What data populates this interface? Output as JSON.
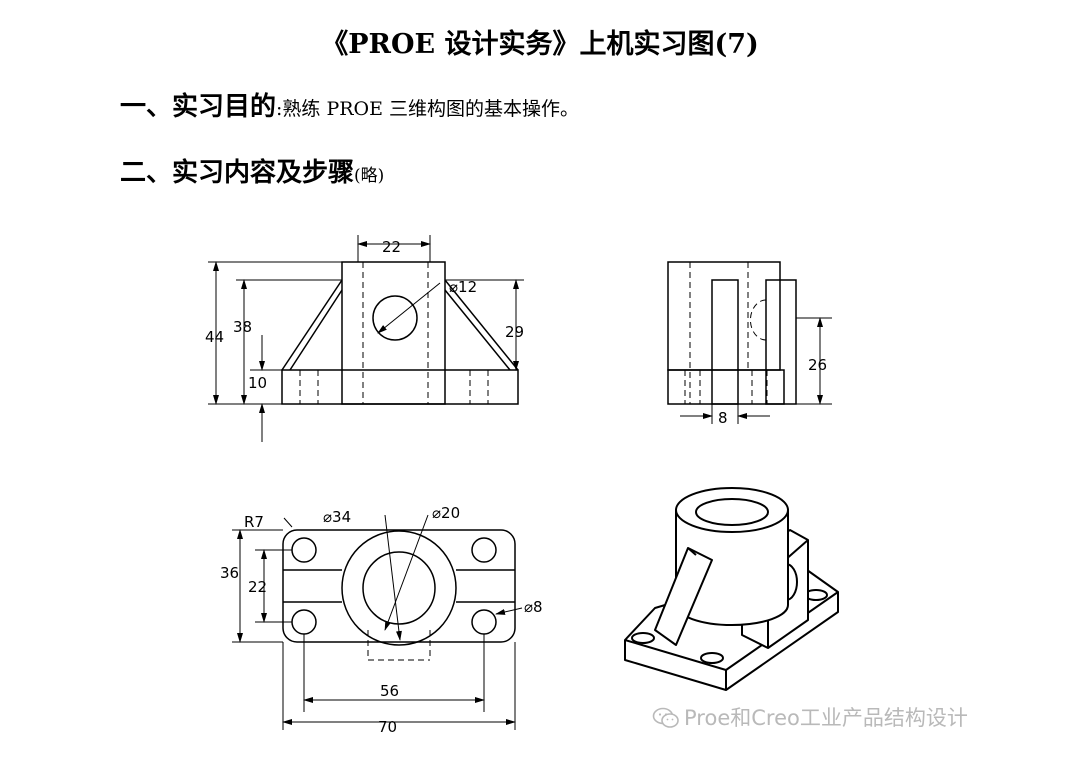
{
  "title": "《PROE 设计实务》上机实习图(7)",
  "section1": {
    "heading": "一、实习目的",
    "text": ":熟练 PROE 三维构图的基本操作。"
  },
  "section2": {
    "heading": "二、实习内容及步骤",
    "text": "(略)"
  },
  "front_view": {
    "dims": [
      "22",
      "⌀12",
      "44",
      "38",
      "29",
      "10"
    ]
  },
  "side_view": {
    "dims": [
      "26",
      "8"
    ]
  },
  "top_view": {
    "dims": [
      "R7",
      "⌀34",
      "⌀20",
      "36",
      "22",
      "⌀8",
      "56",
      "70"
    ]
  },
  "watermark": {
    "text": "Proe和Creo工业产品结构设计",
    "icon": "wechat-icon"
  }
}
